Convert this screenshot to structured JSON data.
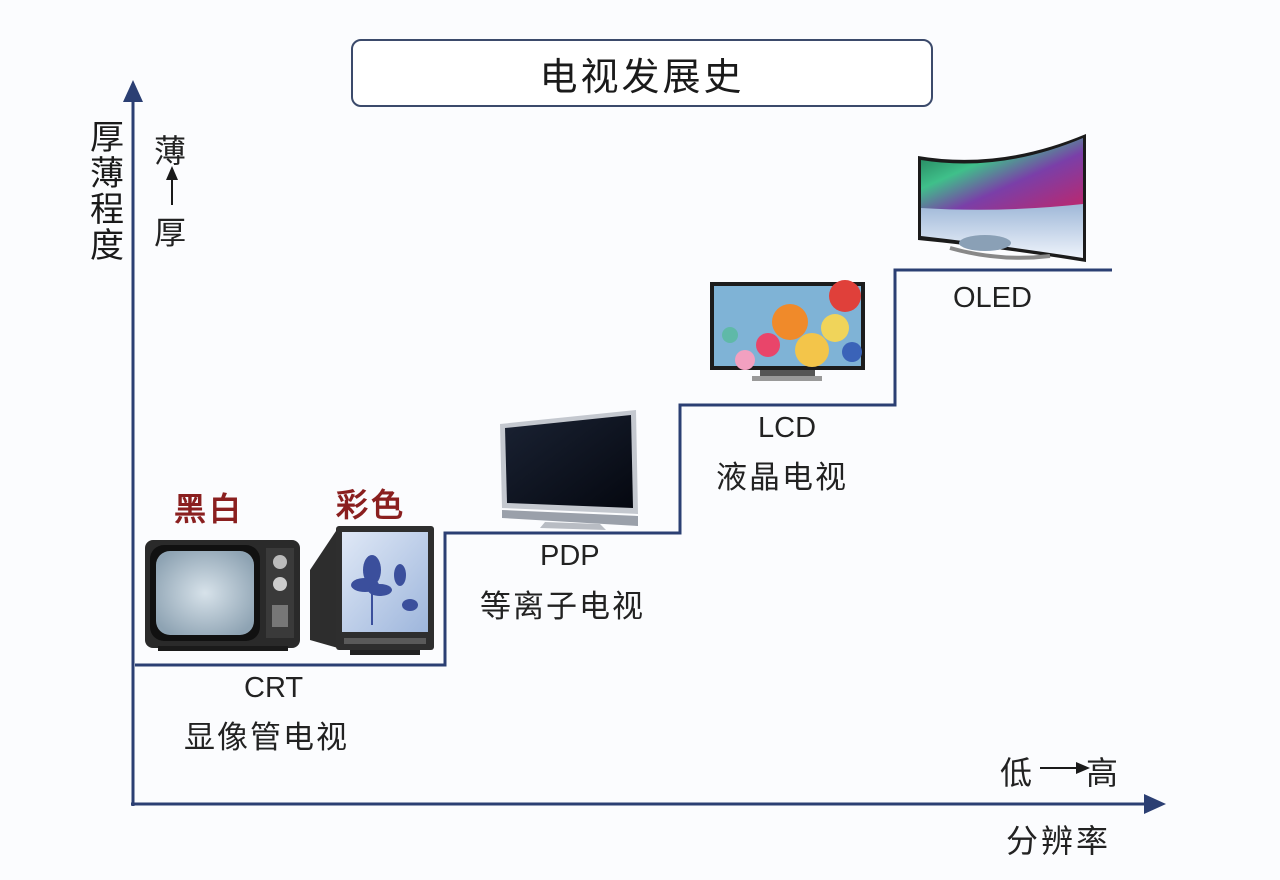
{
  "title": "电视发展史",
  "y_axis": {
    "label": "厚薄程度",
    "top": "薄",
    "bottom": "厚"
  },
  "x_axis": {
    "label": "分辨率",
    "low": "低",
    "high": "高"
  },
  "crt": {
    "tag_bw": "黑白",
    "tag_color": "彩色",
    "name": "CRT",
    "name_cn": "显像管电视"
  },
  "pdp": {
    "name": "PDP",
    "name_cn": "等离子电视"
  },
  "lcd": {
    "name": "LCD",
    "name_cn": "液晶电视"
  },
  "oled": {
    "name": "OLED"
  },
  "colors": {
    "axis": "#2b3f73",
    "step": "#2b3f73",
    "accent_red": "#8a1f1f"
  }
}
